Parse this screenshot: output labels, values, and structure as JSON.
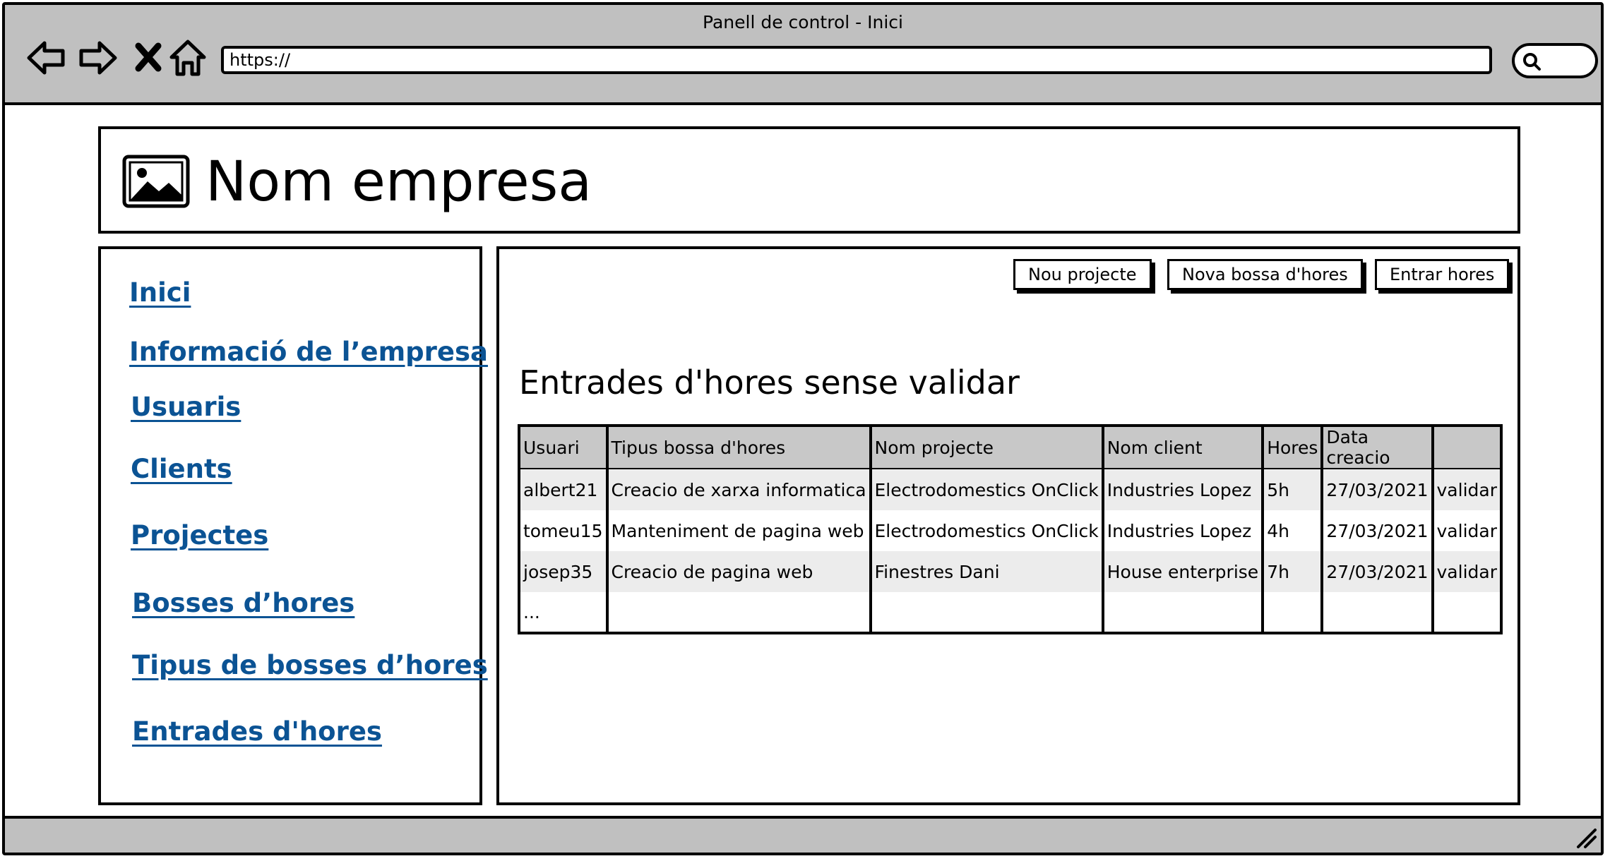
{
  "window": {
    "title": "Panell de control - Inici"
  },
  "browser": {
    "url": "https://"
  },
  "header": {
    "company_name": "Nom empresa"
  },
  "sidebar": {
    "items": [
      {
        "label": "Inici"
      },
      {
        "label": "Informació de l’empresa"
      },
      {
        "label": "Usuaris"
      },
      {
        "label": "Clients"
      },
      {
        "label": "Projectes"
      },
      {
        "label": "Bosses d’hores"
      },
      {
        "label": "Tipus de bosses d’hores"
      },
      {
        "label": "Entrades d'hores"
      }
    ]
  },
  "main": {
    "buttons": {
      "new_project": "Nou projecte",
      "new_hour_bag": "Nova bossa d'hores",
      "enter_hours": "Entrar hores"
    },
    "section_title": "Entrades d'hores sense validar",
    "table": {
      "columns": [
        "Usuari",
        "Tipus bossa d'hores",
        "Nom projecte",
        "Nom client",
        "Hores",
        "Data creacio",
        ""
      ],
      "rows": [
        [
          "albert21",
          "Creacio de xarxa informatica",
          "Electrodomestics OnClick",
          "Industries Lopez",
          "5h",
          "27/03/2021",
          "validar"
        ],
        [
          "tomeu15",
          "Manteniment de pagina web",
          "Electrodomestics OnClick",
          "Industries Lopez",
          "4h",
          "27/03/2021",
          "validar"
        ],
        [
          "josep35",
          "Creacio de pagina web",
          "Finestres Dani",
          "House enterprise",
          "7h",
          "27/03/2021",
          "validar"
        ],
        [
          "...",
          "",
          "",
          "",
          "",
          "",
          ""
        ]
      ]
    }
  }
}
